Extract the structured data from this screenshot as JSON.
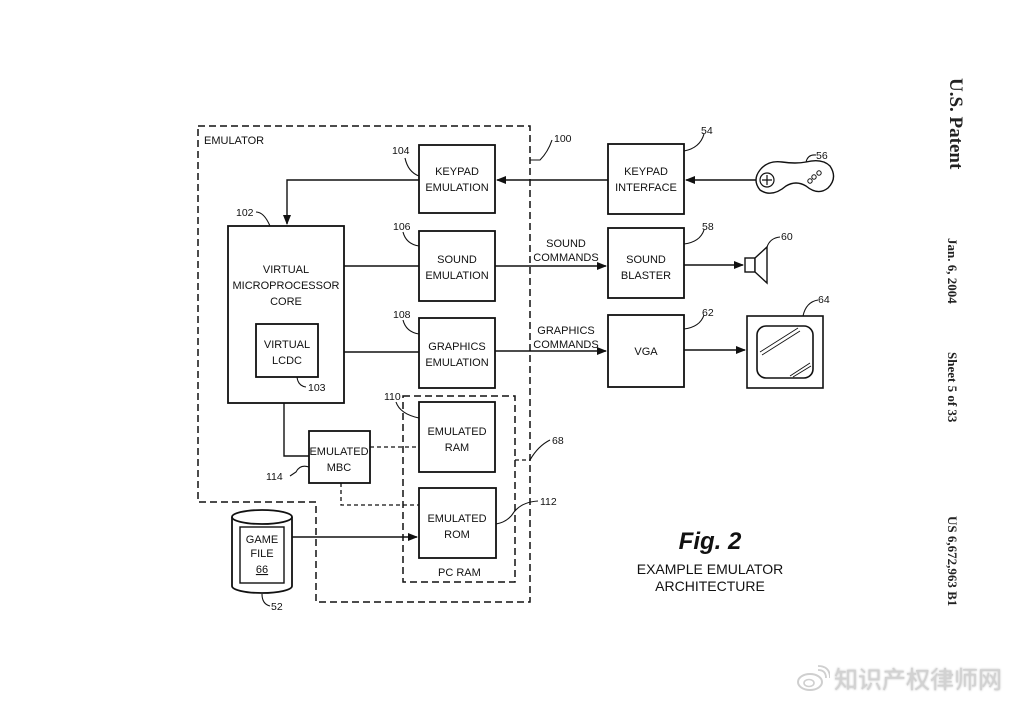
{
  "header": {
    "patent_label": "U.S. Patent",
    "date": "Jan. 6, 2004",
    "sheet": "Sheet 5 of 33",
    "patent_number": "US 6,672,963 B1"
  },
  "figure": {
    "title": "Fig.  2",
    "caption_line1": "EXAMPLE EMULATOR",
    "caption_line2": "ARCHITECTURE"
  },
  "containers": {
    "emulator": {
      "label": "EMULATOR",
      "ref": "100"
    },
    "pc_ram": {
      "label": "PC RAM",
      "ref": "68"
    }
  },
  "blocks": {
    "keypad_emulation": {
      "line1": "KEYPAD",
      "line2": "EMULATION",
      "ref": "104"
    },
    "sound_emulation": {
      "line1": "SOUND",
      "line2": "EMULATION",
      "ref": "106"
    },
    "graphics_emulation": {
      "line1": "GRAPHICS",
      "line2": "EMULATION",
      "ref": "108"
    },
    "cpu_core": {
      "line1": "VIRTUAL",
      "line2": "MICROPROCESSOR",
      "line3": "CORE",
      "ref": "102"
    },
    "virtual_lcdc": {
      "line1": "VIRTUAL",
      "line2": "LCDC",
      "ref": "103"
    },
    "emulated_ram": {
      "line1": "EMULATED",
      "line2": "RAM",
      "ref": "110"
    },
    "emulated_rom": {
      "line1": "EMULATED",
      "line2": "ROM",
      "ref": "112"
    },
    "emulated_mbc": {
      "line1": "EMULATED",
      "line2": "MBC",
      "ref": "114"
    },
    "keypad_interface": {
      "line1": "KEYPAD",
      "line2": "INTERFACE",
      "ref": "54"
    },
    "sound_blaster": {
      "line1": "SOUND",
      "line2": "BLASTER",
      "ref": "58"
    },
    "vga": {
      "line1": "VGA",
      "ref": "62"
    },
    "game_file": {
      "line1": "GAME",
      "line2": "FILE",
      "line3": "66",
      "ref": "52"
    }
  },
  "devices": {
    "gamepad": {
      "icon": "gamepad-icon",
      "ref": "56"
    },
    "speaker": {
      "icon": "speaker-icon",
      "ref": "60"
    },
    "monitor": {
      "icon": "monitor-icon",
      "ref": "64"
    }
  },
  "connections": {
    "sound_commands_1": "SOUND",
    "sound_commands_2": "COMMANDS",
    "graphics_commands_1": "GRAPHICS",
    "graphics_commands_2": "COMMANDS"
  },
  "watermark": {
    "text": "知识产权律师网",
    "icon": "weibo-logo-icon"
  }
}
